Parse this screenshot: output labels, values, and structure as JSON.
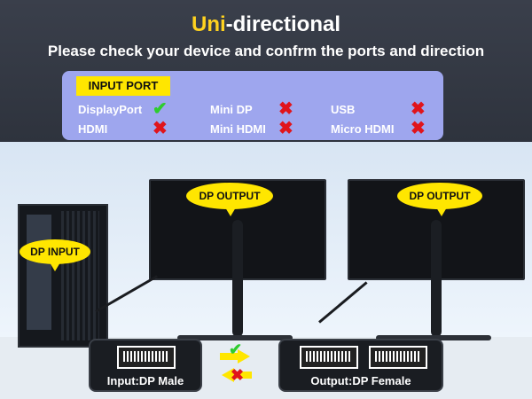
{
  "header": {
    "title_accent": "Uni",
    "title_rest": "-directional",
    "subtitle": "Please check your device and confrm the ports and direction"
  },
  "input_panel": {
    "label": "INPUT PORT",
    "ports": [
      {
        "name": "DisplayPort",
        "status": "check"
      },
      {
        "name": "Mini DP",
        "status": "cross"
      },
      {
        "name": "USB",
        "status": "cross"
      },
      {
        "name": "HDMI",
        "status": "cross"
      },
      {
        "name": "Mini HDMI",
        "status": "cross"
      },
      {
        "name": "Micro HDMI",
        "status": "cross"
      }
    ],
    "check_symbol": "✔",
    "cross_symbol": "✖"
  },
  "callouts": {
    "monitor_left": "DP OUTPUT",
    "monitor_right": "DP OUTPUT",
    "pc": "DP INPUT"
  },
  "connectors": {
    "input_label": "Input:DP Male",
    "output_label": "Output:DP Female"
  },
  "colors": {
    "accent": "#ffd21f",
    "panel": "#9ea6ee",
    "check": "#2ecc2e",
    "cross": "#e0141b"
  }
}
